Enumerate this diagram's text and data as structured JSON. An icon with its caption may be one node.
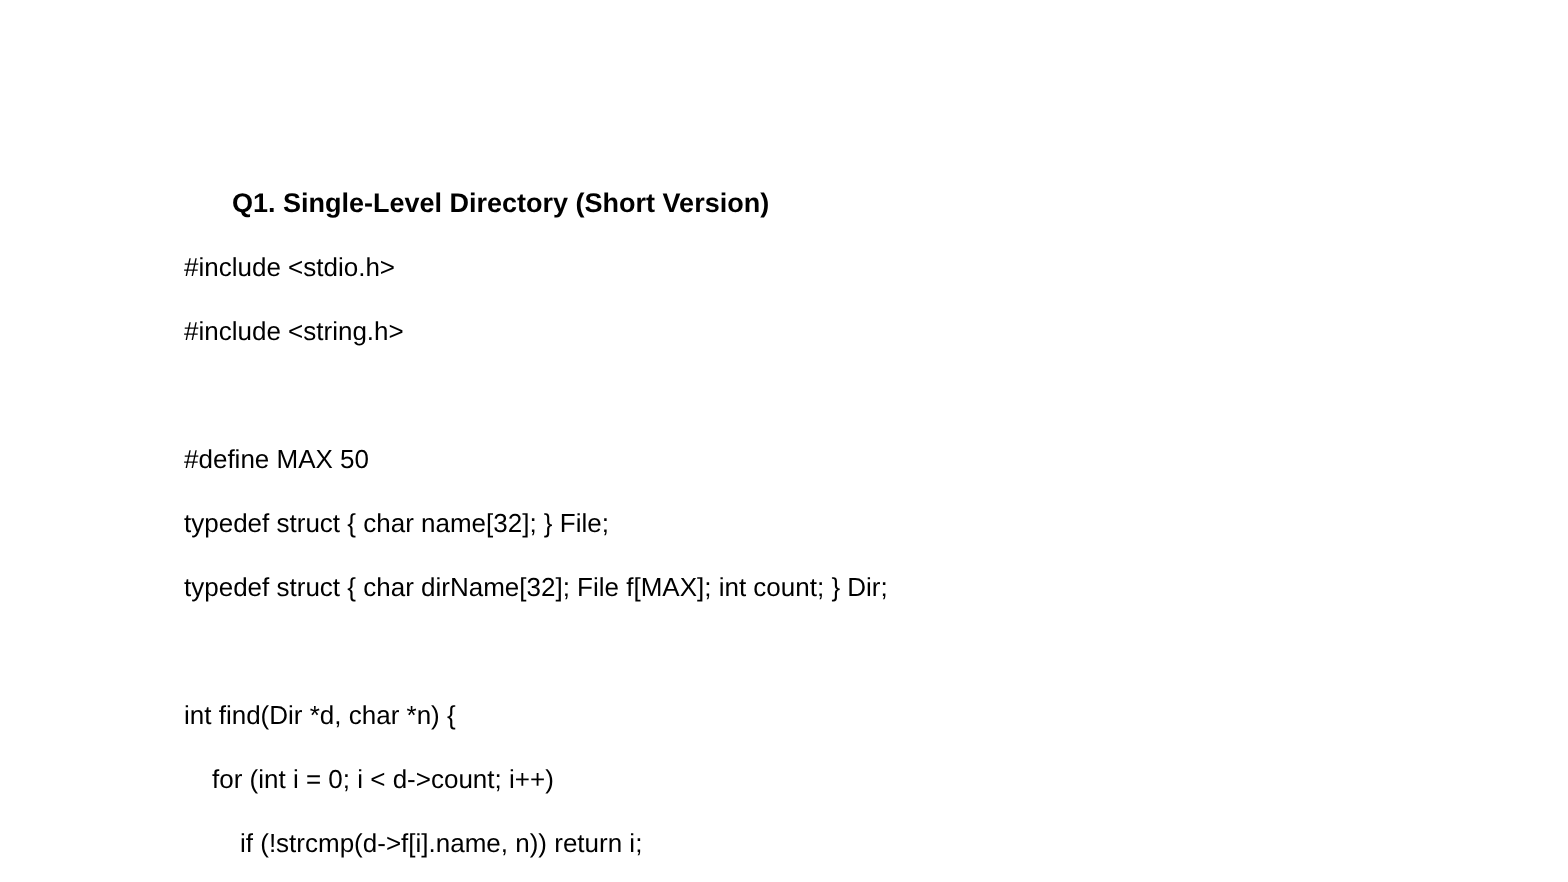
{
  "diagram": {
    "title": "Q1. Single-Level Directory (Short Version)",
    "labels": [
      "#include <stdio.h>",
      "#include <string.h>",
      "#define MAX 50",
      "typedef struct { char name[32]; } File;",
      "typedef struct { char dirName[32]; File f[MAX]; int count; } Dir;",
      "int find(Dir *d, char *n) {",
      "for (int i = 0; i < d->count; i++)",
      "if (!strcmp(d->f[i].name, n)) return i;"
    ]
  }
}
